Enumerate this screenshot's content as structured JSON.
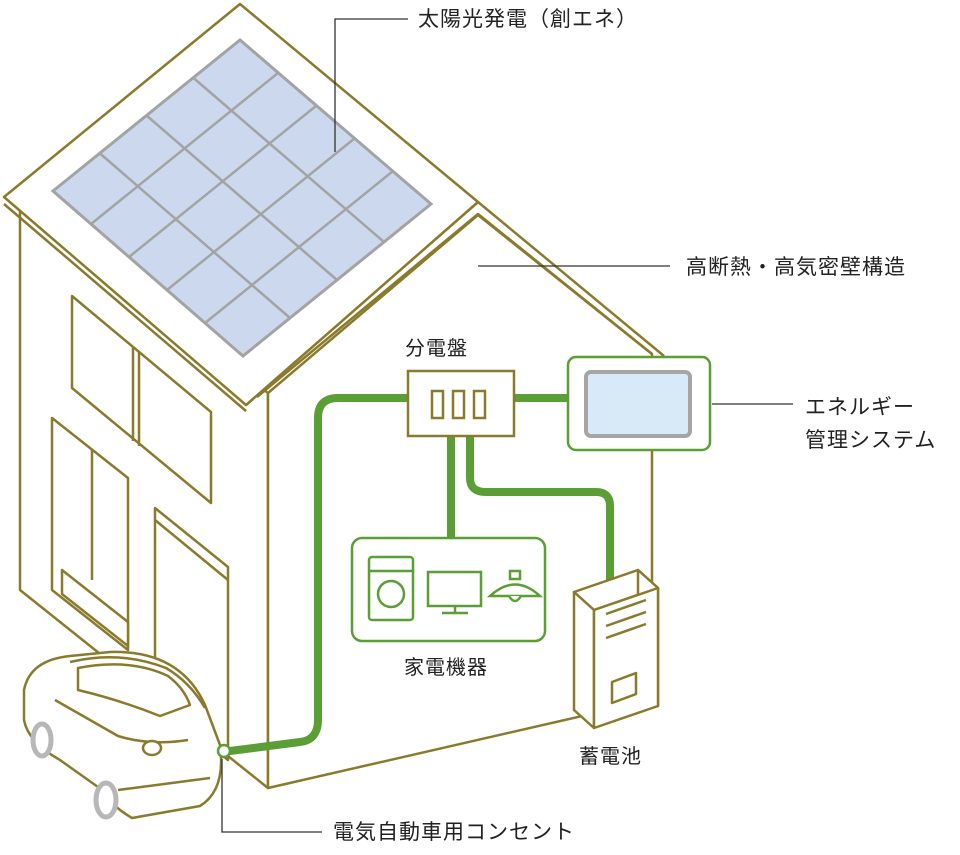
{
  "labels": {
    "solar": "太陽光発電（創エネ）",
    "insulation": "高断熱・高気密壁構造",
    "distribution_panel": "分電盤",
    "hems_line1": "エネルギー",
    "hems_line2": "管理システム",
    "appliances": "家電機器",
    "battery": "蓄電池",
    "ev_outlet": "電気自動車用コンセント"
  },
  "colors": {
    "house_outline": "#8a7a2c",
    "wire": "#5b9e35",
    "solar_cell": "#ccd8ee",
    "solar_grid": "#a3a3a3",
    "screen": "#d8eaf7",
    "screen_bezel": "#a5a5a5",
    "wheel": "#b7b7b7",
    "leader_line": "#333333"
  },
  "icons": [
    "solar-panel-icon",
    "house-icon",
    "distribution-panel-icon",
    "monitor-icon",
    "washing-machine-icon",
    "tv-icon",
    "ceiling-lamp-icon",
    "battery-icon",
    "car-icon",
    "outlet-icon"
  ]
}
